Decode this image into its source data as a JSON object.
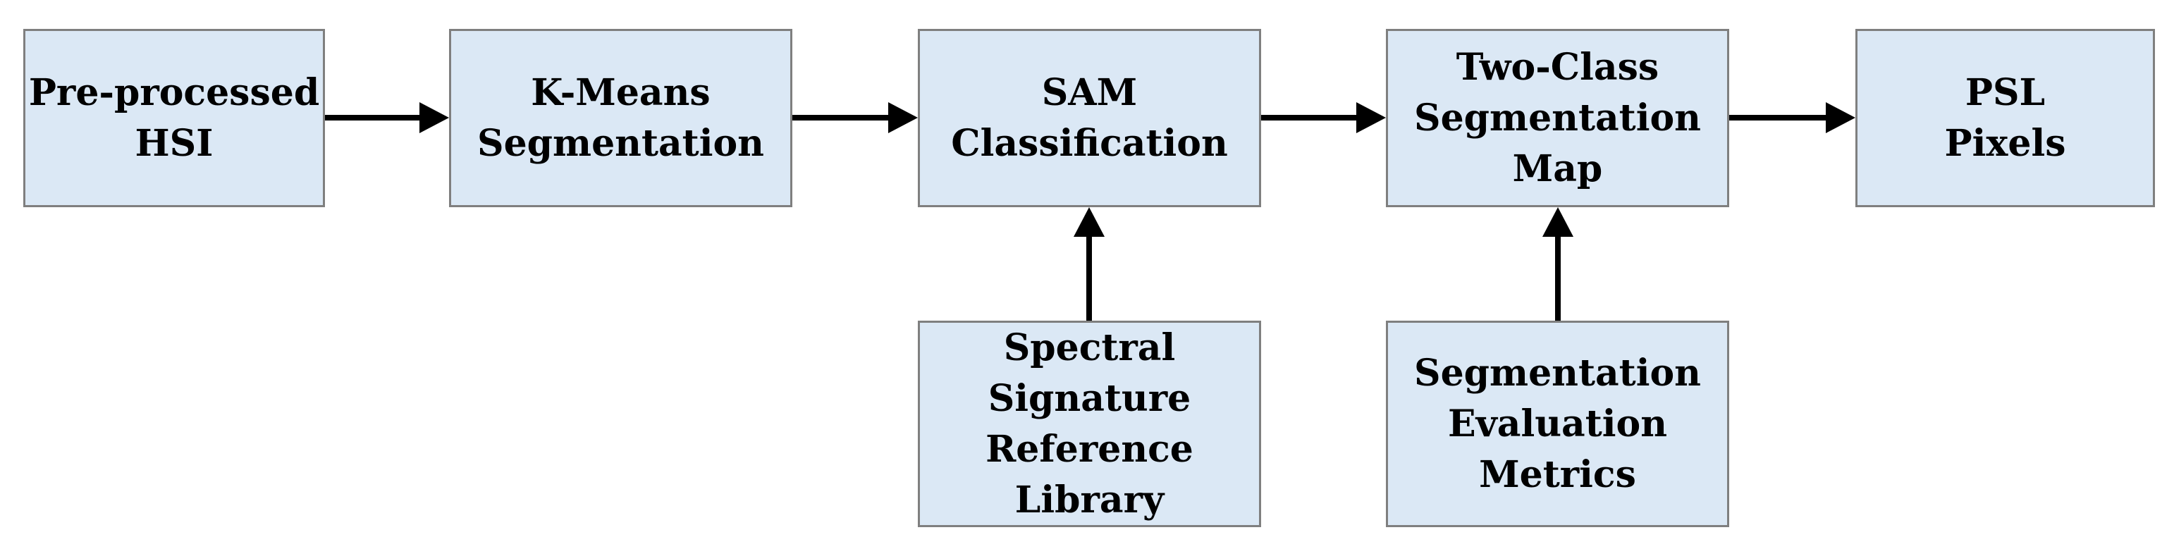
{
  "colors": {
    "box_fill": "#dbe8f5",
    "box_border": "#7f7f7f",
    "arrow": "#000000"
  },
  "boxes": {
    "preprocessed": "Pre-processed\nHSI",
    "kmeans": "K-Means\nSegmentation",
    "sam": "SAM\nClassification",
    "two_class": "Two-Class\nSegmentation\nMap",
    "psl": "PSL\nPixels",
    "library": "Spectral\nSignature\nReference\nLibrary",
    "metrics": "Segmentation\nEvaluation\nMetrics"
  },
  "connections": [
    {
      "from": "preprocessed",
      "to": "kmeans"
    },
    {
      "from": "kmeans",
      "to": "sam"
    },
    {
      "from": "sam",
      "to": "two_class"
    },
    {
      "from": "two_class",
      "to": "psl"
    },
    {
      "from": "library",
      "to": "sam"
    },
    {
      "from": "metrics",
      "to": "two_class"
    }
  ]
}
